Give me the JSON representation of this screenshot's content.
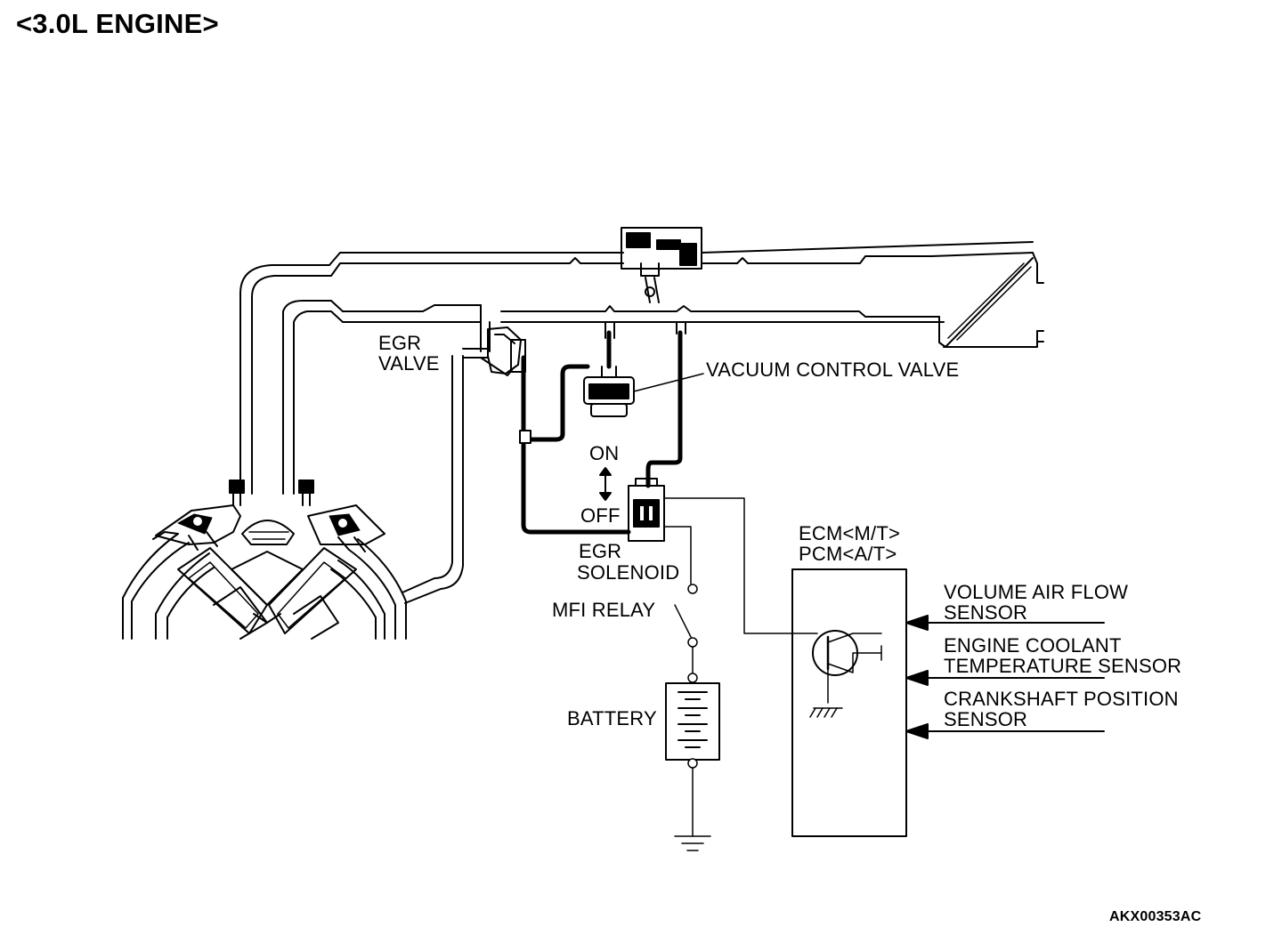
{
  "title": "<3.0L ENGINE>",
  "figure_code": "AKX00353AC",
  "labels": {
    "egr_valve": [
      "EGR",
      "VALVE"
    ],
    "vacuum_control_valve": "VACUUM CONTROL VALVE",
    "on": "ON",
    "off": "OFF",
    "egr_solenoid": [
      "EGR",
      "SOLENOID"
    ],
    "mfi_relay": "MFI RELAY",
    "battery": "BATTERY",
    "controller": [
      "ECM<M/T>",
      "PCM<A/T>"
    ]
  },
  "sensors": [
    [
      "VOLUME AIR FLOW",
      "SENSOR"
    ],
    [
      "ENGINE COOLANT",
      "TEMPERATURE SENSOR"
    ],
    [
      "CRANKSHAFT POSITION",
      "SENSOR"
    ]
  ],
  "colors": {
    "ink": "#000000",
    "paper": "#ffffff"
  }
}
